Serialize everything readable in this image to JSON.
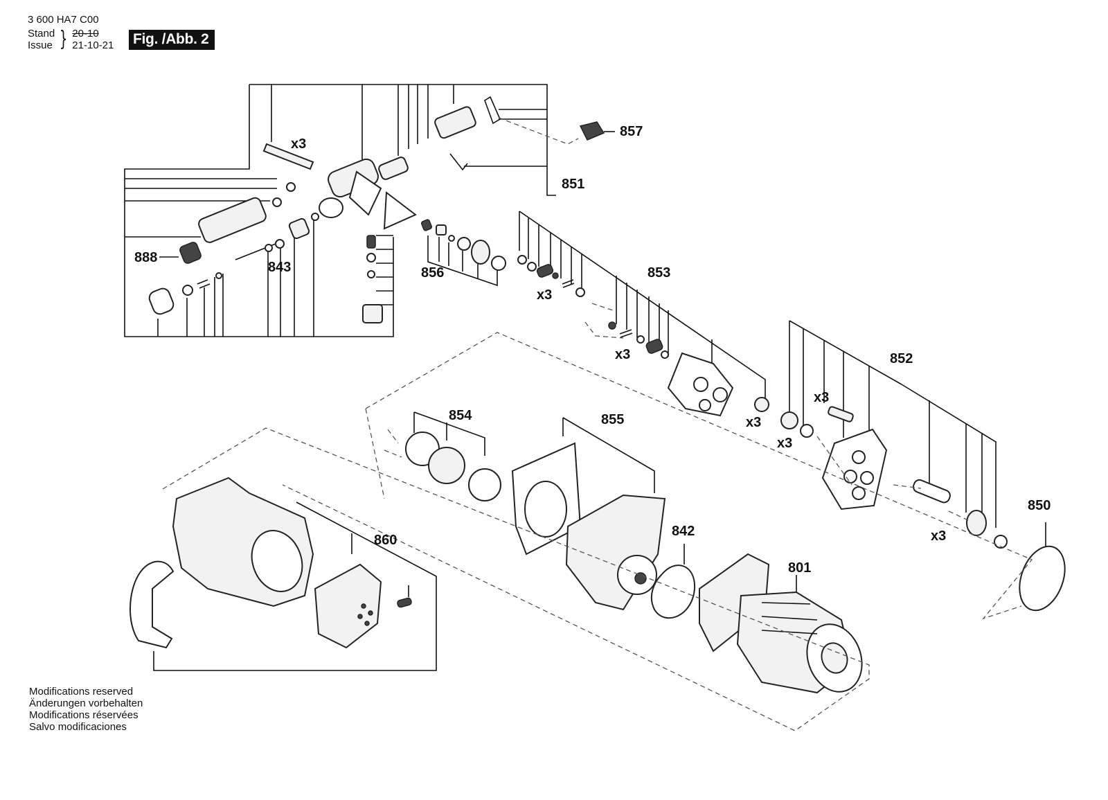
{
  "header": {
    "part_number": "3 600 HA7 C00",
    "stand_label": "Stand",
    "issue_label": "Issue",
    "stand_value": "20-10",
    "issue_value": "21-10-21",
    "figure_label": "Fig. /Abb. 2"
  },
  "callouts": {
    "p801": "801",
    "p842": "842",
    "p843": "843",
    "p850": "850",
    "p851": "851",
    "p852": "852",
    "p853": "853",
    "p854": "854",
    "p855": "855",
    "p856": "856",
    "p857": "857",
    "p860": "860",
    "p888": "888",
    "qty_x3": "x3"
  },
  "footer": {
    "line_en": "Modifications reserved",
    "line_de": "Änderungen vorbehalten",
    "line_fr": "Modifications réservées",
    "line_es": "Salvo modificaciones"
  }
}
